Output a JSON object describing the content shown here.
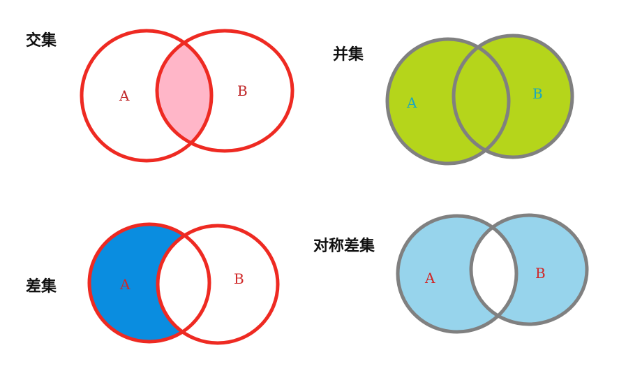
{
  "diagrams": [
    {
      "title": "交集",
      "label_a": "A",
      "label_b": "B",
      "stroke": "#ee2a22",
      "fill": "#ffb6c8",
      "label_color_a": "#c0282a",
      "label_color_b": "#c0282a"
    },
    {
      "title": "并集",
      "label_a": "A",
      "label_b": "B",
      "stroke": "#808080",
      "fill": "#b5d51b",
      "label_color_a": "#1aa7c0",
      "label_color_b": "#1aa7c0"
    },
    {
      "title": "差集",
      "label_a": "A",
      "label_b": "B",
      "stroke": "#ee2a22",
      "fill": "#0a8de0",
      "label_color_a": "#d02828",
      "label_color_b": "#d02828"
    },
    {
      "title": "对称差集",
      "label_a": "A",
      "label_b": "B",
      "stroke": "#808080",
      "fill": "#97d4ec",
      "label_color_a": "#d02828",
      "label_color_b": "#d02828"
    }
  ]
}
